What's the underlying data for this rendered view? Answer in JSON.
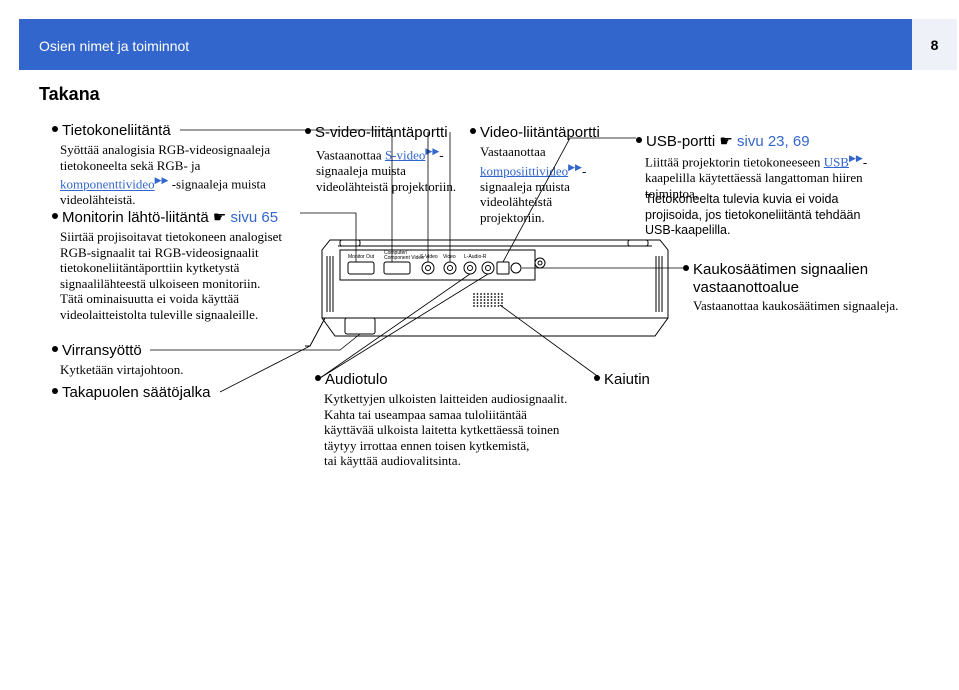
{
  "header": {
    "title": "Osien nimet ja toiminnot",
    "page": "8"
  },
  "section": {
    "title": "Takana"
  },
  "items": {
    "computer": {
      "label": "Tietokoneliitäntä",
      "line1": "Syöttää analogisia RGB-videosignaaleja",
      "line2": "tietokoneelta sekä RGB- ja",
      "line3_link": "komponenttivideo",
      "line3_rest": " -signaaleja muista",
      "line4": "videolähteistä."
    },
    "monitor": {
      "label": "Monitorin lähtö-liitäntä",
      "ref": "sivu 65",
      "lines": [
        "Siirtää projisoitavat tietokoneen analogiset",
        "RGB-signaalit tai RGB-videosignaalit",
        "tietokoneliitäntäporttiin kytketystä",
        "signaalilähteestä ulkoiseen monitoriin.",
        "Tätä ominaisuutta ei voida käyttää",
        "videolaitteistolta tuleville signaaleille."
      ]
    },
    "svideo": {
      "label": "S-video-liitäntäportti",
      "line1_pre": "Vastaanottaa ",
      "line1_link": "S-video",
      "line1_post": "-",
      "line2": "signaaleja muista",
      "line3": "videolähteistä projektoriin."
    },
    "video": {
      "label": "Video-liitäntäportti",
      "line1": "Vastaanottaa",
      "line2_link": "komposiittivideo",
      "line2_post": "-",
      "line3": "signaaleja muista",
      "line4": "videolähteistä",
      "line5": "projektoriin."
    },
    "usb": {
      "label": "USB-portti",
      "ref": "sivu 23, 69",
      "line1_pre": "Liittää projektorin tietokoneeseen ",
      "line1_link": "USB",
      "line1_post": "-",
      "line2": "kaapelilla käytettäessä langattoman hiiren",
      "line3": "toimintoa.",
      "line4": "Tietokoneelta tulevia kuvia ei voida",
      "line5": "projisoida, jos tietokoneliitäntä tehdään",
      "line6": "USB-kaapelilla."
    },
    "remote": {
      "label1": "Kaukosäätimen signaalien",
      "label2": "vastaanottoalue",
      "desc": "Vastaanottaa kaukosäätimen signaaleja."
    },
    "power": {
      "label": "Virransyöttö",
      "desc": "Kytketään virtajohtoon."
    },
    "foot": {
      "label": "Takapuolen säätöjalka"
    },
    "audio": {
      "label": "Audiotulo",
      "lines": [
        "Kytkettyjen ulkoisten laitteiden audiosignaalit.",
        "Kahta tai useampaa samaa tuloliitäntää",
        "käyttävää ulkoista laitetta kytkettäessä toinen",
        "täytyy irrottaa ennen toisen kytkemistä,",
        "tai käyttää audiovalitsinta."
      ]
    },
    "speaker": {
      "label": "Kaiutin"
    }
  },
  "panel": {
    "monitor_out": "Monitor Out",
    "computer": "Computer/",
    "component": "Component Video",
    "svideo": "S-Video",
    "video": "Video",
    "audio": "L-Audio-R"
  }
}
